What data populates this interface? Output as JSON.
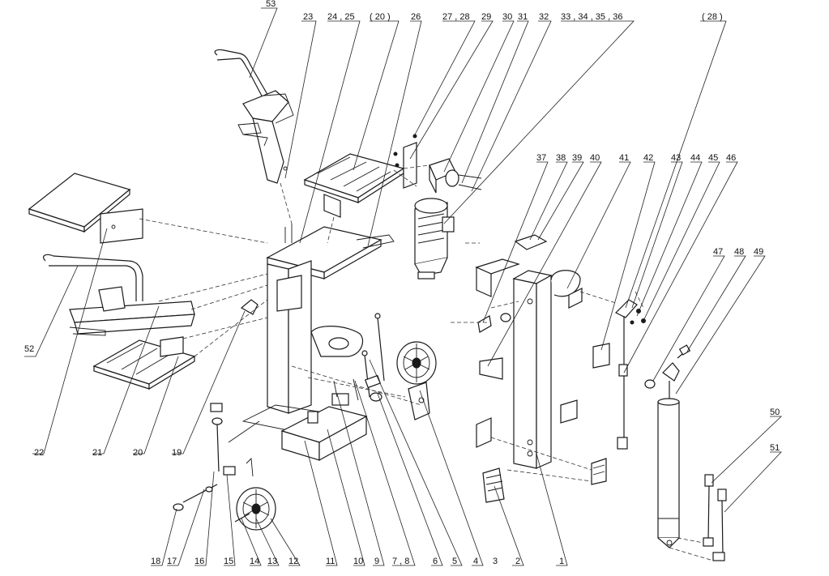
{
  "labels": {
    "l53": "53",
    "l23": "23",
    "l24_25": "24 , 25",
    "l20a": "( 20 )",
    "l26": "26",
    "l27_28": "27 , 28",
    "l29": "29",
    "l30": "30",
    "l31": "31",
    "l32": "32",
    "l33_36": "33 , 34 , 35 , 36",
    "l28b": "( 28 )",
    "l37": "37",
    "l38": "38",
    "l39": "39",
    "l40": "40",
    "l41": "41",
    "l42": "42",
    "l43": "43",
    "l44": "44",
    "l45": "45",
    "l46": "46",
    "l47": "47",
    "l48": "48",
    "l49": "49",
    "l50": "50",
    "l51": "51",
    "l52": "52",
    "l22": "22",
    "l21": "21",
    "l20": "20",
    "l19": "19",
    "l18": "18",
    "l17": "17",
    "l16": "16",
    "l15": "15",
    "l14": "14",
    "l13": "13",
    "l12": "12",
    "l11": "11",
    "l10": "10",
    "l9": "9",
    "l7_8": "7 , 8",
    "l6": "6",
    "l5": "5",
    "l4": "4",
    "l3": "3",
    "l2": "2",
    "l1": "1"
  }
}
